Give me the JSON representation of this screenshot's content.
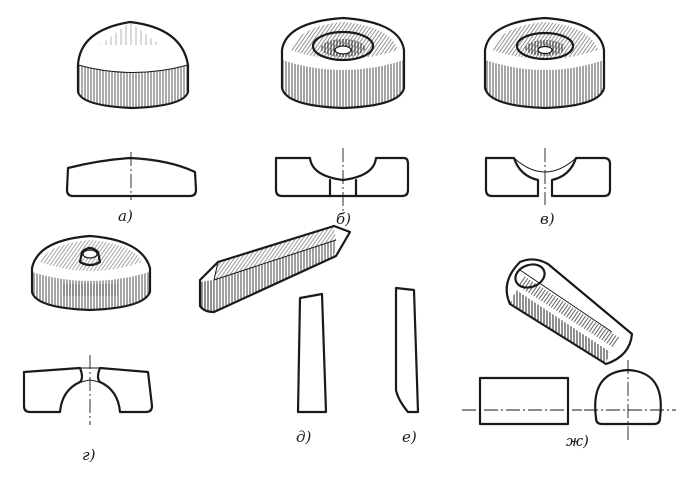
{
  "labels": {
    "a": "а)",
    "b": "б)",
    "v": "в)",
    "g": "г)",
    "d": "д)",
    "e": "е)",
    "zh": "ж)"
  },
  "colors": {
    "ink": "#1a1a1a",
    "paper": "#ffffff",
    "shade": "#3a3a3a"
  }
}
